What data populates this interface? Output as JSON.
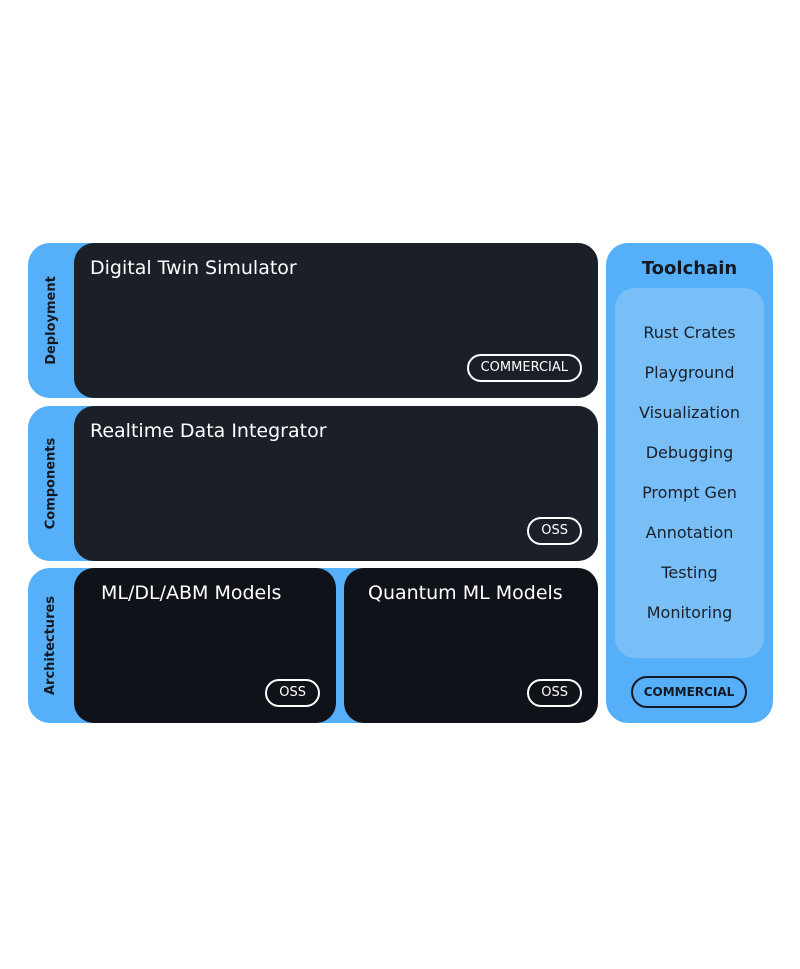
{
  "layers": [
    {
      "label": "Deployment",
      "cards": [
        {
          "title": "Digital Twin Simulator",
          "badge": "COMMERCIAL"
        }
      ]
    },
    {
      "label": "Components",
      "cards": [
        {
          "title": "Realtime Data Integrator",
          "badge": "OSS"
        }
      ]
    },
    {
      "label": "Architectures",
      "cards": [
        {
          "title": "ML/DL/ABM Models",
          "badge": "OSS"
        },
        {
          "title": "Quantum ML Models",
          "badge": "OSS"
        }
      ]
    }
  ],
  "toolchain": {
    "title": "Toolchain",
    "items": [
      "Rust Crates",
      "Playground",
      "Visualization",
      "Debugging",
      "Prompt Gen",
      "Annotation",
      "Testing",
      "Monitoring"
    ],
    "badge": "COMMERCIAL"
  },
  "colors": {
    "accent_blue": "#56b0f9",
    "panel_light_blue": "#79bff7",
    "card_dark": "#1b1f27",
    "card_darker": "#0f1218"
  }
}
